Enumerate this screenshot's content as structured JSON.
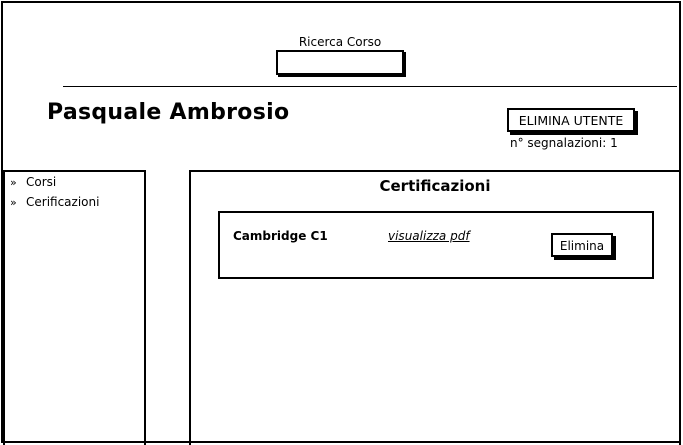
{
  "header": {
    "search_label": "Ricerca Corso",
    "search_value": "",
    "user_name": "Pasquale Ambrosio",
    "delete_user_label": "ELIMINA UTENTE",
    "reports_text": "n° segnalazioni: 1"
  },
  "sidebar": {
    "items": [
      {
        "label": "Corsi",
        "icon": "double-chevron-right-icon"
      },
      {
        "label": "Cerificazioni",
        "icon": "double-chevron-right-icon"
      }
    ]
  },
  "main": {
    "title": "Certificazioni",
    "certifications": [
      {
        "name": "Cambridge C1",
        "link_label": "visualizza pdf",
        "delete_label": "Elimina"
      }
    ]
  }
}
